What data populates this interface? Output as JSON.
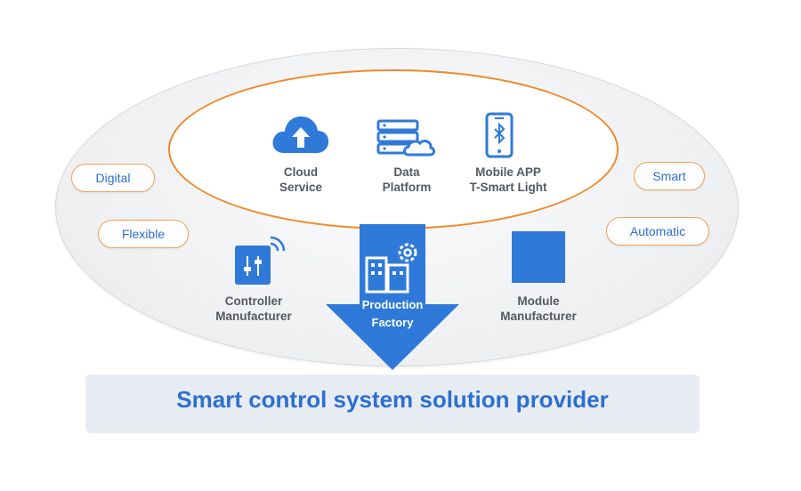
{
  "core": {
    "cloud": "Cloud\nService",
    "data": "Data\nPlatform",
    "mobile": "Mobile APP\nT-Smart Light"
  },
  "attributes": {
    "digital": "Digital",
    "flexible": "Flexible",
    "smart": "Smart",
    "automatic": "Automatic"
  },
  "partners": {
    "controller": "Controller\nManufacturer",
    "module": "Module\nManufacturer"
  },
  "center": {
    "factory": "Production\nFactory"
  },
  "banner": {
    "title": "Smart control system solution provider"
  },
  "colors": {
    "accent_blue": "#2f7ad8",
    "accent_orange": "#f0892a",
    "label_gray": "#555a61",
    "banner_bg": "#e7ecf3"
  },
  "icons": [
    "cloud-upload-icon",
    "data-platform-icon",
    "mobile-bluetooth-icon",
    "controller-wireless-icon",
    "factory-gear-icon",
    "module-block-icon"
  ]
}
